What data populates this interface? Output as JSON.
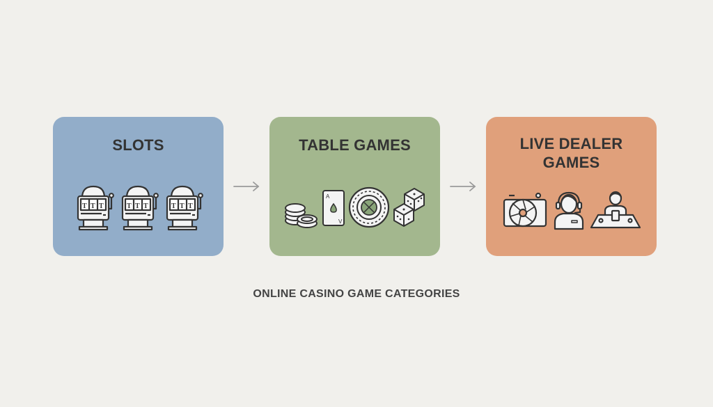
{
  "colors": {
    "background": "#f1f0ec",
    "slots": "#92adc9",
    "table_games": "#a3b78e",
    "live_dealer": "#e0a07b",
    "text": "#333333",
    "arrow": "#9a9a9a"
  },
  "cards": [
    {
      "title": "SLOTS",
      "icons": [
        "slot-machine-icon",
        "slot-machine-icon",
        "slot-machine-icon"
      ]
    },
    {
      "title": "TABLE GAMES",
      "icons": [
        "casino-chips-icon",
        "playing-card-icon",
        "roulette-wheel-icon",
        "dice-icon"
      ]
    },
    {
      "title": "LIVE DEALER GAMES",
      "title_lines": [
        "LIVE DEALER",
        "GAMES"
      ],
      "icons": [
        "camera-icon",
        "dealer-headset-icon",
        "dealer-table-icon"
      ]
    }
  ],
  "caption": "ONLINE CASINO GAME CATEGORIES"
}
